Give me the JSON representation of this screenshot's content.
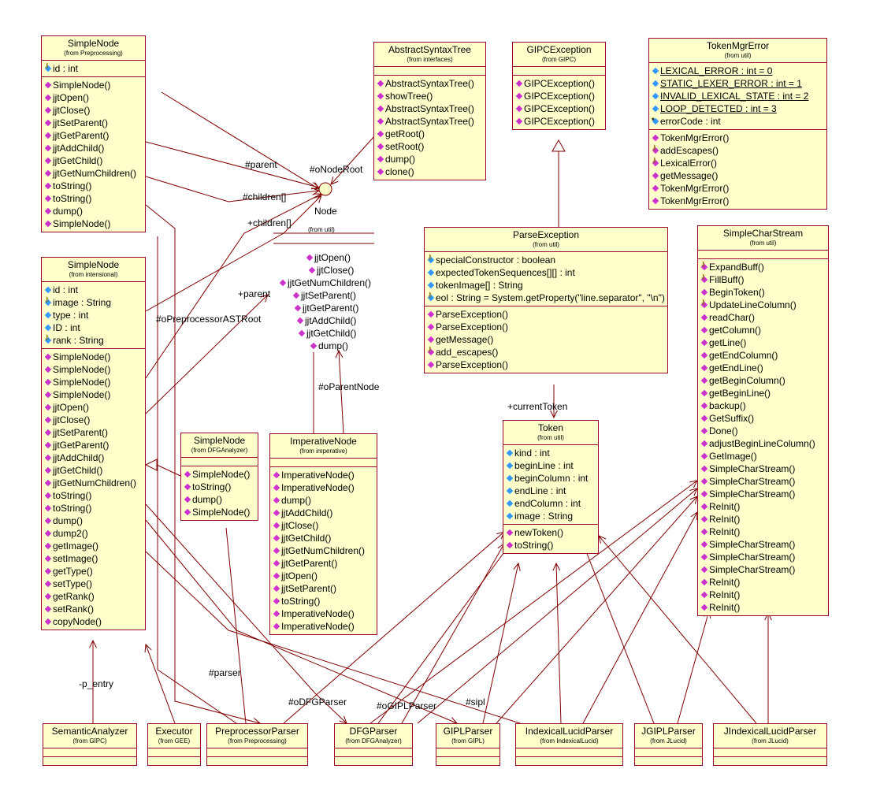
{
  "colors": {
    "class_fill": "#ffffcc",
    "class_border": "#990033",
    "method_icon": "#cc33cc",
    "field_icon": "#3399ff",
    "line": "#800000"
  },
  "classes": {
    "sn_pre": {
      "name": "SimpleNode",
      "from": "(from Preprocessing)",
      "attrs": [
        {
          "text": "id : int",
          "icon": "key-field"
        }
      ],
      "ops": [
        "SimpleNode()",
        "jjtOpen()",
        "jjtClose()",
        "jjtSetParent()",
        "jjtGetParent()",
        "jjtAddChild()",
        "jjtGetChild()",
        "jjtGetNumChildren()",
        "toString()",
        "toString()",
        "dump()",
        "SimpleNode()"
      ]
    },
    "ast": {
      "name": "AbstractSyntaxTree",
      "from": "(from interfaces)",
      "attrs": [],
      "ops": [
        "AbstractSyntaxTree()",
        "showTree()",
        "AbstractSyntaxTree()",
        "AbstractSyntaxTree()",
        "getRoot()",
        "setRoot()",
        "dump()",
        "clone()"
      ]
    },
    "gipcex": {
      "name": "GIPCException",
      "from": "(from GIPC)",
      "attrs": [],
      "ops": [
        "GIPCException()",
        "GIPCException()",
        "GIPCException()",
        "GIPCException()"
      ]
    },
    "tme": {
      "name": "TokenMgrError",
      "from": "(from util)",
      "attrs": [
        {
          "text": "LEXICAL_ERROR : int = 0",
          "icon": "field",
          "u": true
        },
        {
          "text": "STATIC_LEXER_ERROR : int = 1",
          "icon": "field",
          "u": true
        },
        {
          "text": "INVALID_LEXICAL_STATE : int = 2",
          "icon": "field",
          "u": true
        },
        {
          "text": "LOOP_DETECTED : int = 3",
          "icon": "field",
          "u": true
        },
        {
          "text": "errorCode : int",
          "icon": "lock-field"
        }
      ],
      "ops": [
        {
          "text": "TokenMgrError()",
          "icon": "method"
        },
        {
          "text": "addEscapes()",
          "icon": "key-method"
        },
        {
          "text": "LexicalError()",
          "icon": "key-method"
        },
        {
          "text": "getMessage()",
          "icon": "method"
        },
        {
          "text": "TokenMgrError()",
          "icon": "method"
        },
        {
          "text": "TokenMgrError()",
          "icon": "method"
        }
      ]
    },
    "sn_int": {
      "name": "SimpleNode",
      "from": "(from intensional)",
      "attrs": [
        {
          "text": "id : int",
          "icon": "field"
        },
        {
          "text": "image : String",
          "icon": "key-field"
        },
        {
          "text": "type : int",
          "icon": "field"
        },
        {
          "text": "ID : int",
          "icon": "field"
        },
        {
          "text": "rank : String",
          "icon": "key-field"
        }
      ],
      "ops": [
        "SimpleNode()",
        "SimpleNode()",
        "SimpleNode()",
        "SimpleNode()",
        "jjtOpen()",
        "jjtClose()",
        "jjtSetParent()",
        "jjtGetParent()",
        "jjtAddChild()",
        "jjtGetChild()",
        "jjtGetNumChildren()",
        "toString()",
        "toString()",
        "dump()",
        "dump2()",
        "getImage()",
        "setImage()",
        "getType()",
        "setType()",
        "getRank()",
        "setRank()",
        "copyNode()"
      ]
    },
    "parseex": {
      "name": "ParseException",
      "from": "(from util)",
      "attrs": [
        {
          "text": "specialConstructor : boolean",
          "icon": "key-field"
        },
        {
          "text": "expectedTokenSequences[][] : int",
          "icon": "field"
        },
        {
          "text": "tokenImage[] : String",
          "icon": "field"
        },
        {
          "text": "eol : String = System.getProperty(\"line.separator\", \"\\n\")",
          "icon": "key-field"
        }
      ],
      "ops": [
        {
          "text": "ParseException()",
          "icon": "method"
        },
        {
          "text": "ParseException()",
          "icon": "method"
        },
        {
          "text": "getMessage()",
          "icon": "method"
        },
        {
          "text": "add_escapes()",
          "icon": "key-method"
        },
        {
          "text": "ParseException()",
          "icon": "method"
        }
      ]
    },
    "scs": {
      "name": "SimpleCharStream",
      "from": "(from util)",
      "attrs": [],
      "ops": [
        {
          "text": "ExpandBuff()",
          "icon": "key-method"
        },
        {
          "text": "FillBuff()",
          "icon": "key-method"
        },
        {
          "text": "BeginToken()",
          "icon": "method"
        },
        {
          "text": "UpdateLineColumn()",
          "icon": "key-method"
        },
        {
          "text": "readChar()",
          "icon": "method"
        },
        {
          "text": "getColumn()",
          "icon": "method"
        },
        {
          "text": "getLine()",
          "icon": "method"
        },
        {
          "text": "getEndColumn()",
          "icon": "method"
        },
        {
          "text": "getEndLine()",
          "icon": "method"
        },
        {
          "text": "getBeginColumn()",
          "icon": "method"
        },
        {
          "text": "getBeginLine()",
          "icon": "method"
        },
        {
          "text": "backup()",
          "icon": "method"
        },
        {
          "text": "GetSuffix()",
          "icon": "method"
        },
        {
          "text": "Done()",
          "icon": "method"
        },
        {
          "text": "adjustBeginLineColumn()",
          "icon": "method"
        },
        {
          "text": "GetImage()",
          "icon": "method"
        },
        {
          "text": "SimpleCharStream()",
          "icon": "method"
        },
        {
          "text": "SimpleCharStream()",
          "icon": "method"
        },
        {
          "text": "SimpleCharStream()",
          "icon": "method"
        },
        {
          "text": "ReInit()",
          "icon": "method"
        },
        {
          "text": "ReInit()",
          "icon": "method"
        },
        {
          "text": "ReInit()",
          "icon": "method"
        },
        {
          "text": "SimpleCharStream()",
          "icon": "method"
        },
        {
          "text": "SimpleCharStream()",
          "icon": "method"
        },
        {
          "text": "SimpleCharStream()",
          "icon": "method"
        },
        {
          "text": "ReInit()",
          "icon": "method"
        },
        {
          "text": "ReInit()",
          "icon": "method"
        },
        {
          "text": "ReInit()",
          "icon": "method"
        }
      ]
    },
    "sn_dfg": {
      "name": "SimpleNode",
      "from": "(from DFGAnalyzer)",
      "attrs": [],
      "ops": [
        "SimpleNode()",
        "toString()",
        "dump()",
        "SimpleNode()"
      ]
    },
    "impnode": {
      "name": "ImperativeNode",
      "from": "(from imperative)",
      "attrs": [],
      "ops": [
        "ImperativeNode()",
        "ImperativeNode()",
        "dump()",
        "jjtAddChild()",
        "jjtClose()",
        "jjtGetChild()",
        "jjtGetNumChildren()",
        "jjtGetParent()",
        "jjtOpen()",
        "jjtSetParent()",
        "toString()",
        "ImperativeNode()",
        "ImperativeNode()"
      ]
    },
    "token": {
      "name": "Token",
      "from": "(from util)",
      "attrs": [
        {
          "text": "kind : int",
          "icon": "field"
        },
        {
          "text": "beginLine : int",
          "icon": "field"
        },
        {
          "text": "beginColumn : int",
          "icon": "field"
        },
        {
          "text": "endLine : int",
          "icon": "field"
        },
        {
          "text": "endColumn : int",
          "icon": "field"
        },
        {
          "text": "image : String",
          "icon": "field"
        }
      ],
      "ops": [
        "newToken()",
        "toString()"
      ]
    },
    "semantic": {
      "name": "SemanticAnalyzer",
      "from": "(from GIPC)",
      "attrs": [],
      "ops": []
    },
    "executor": {
      "name": "Executor",
      "from": "(from GEE)",
      "attrs": [],
      "ops": []
    },
    "preparser": {
      "name": "PreprocessorParser",
      "from": "(from Preprocessing)",
      "attrs": [],
      "ops": []
    },
    "dfgparser": {
      "name": "DFGParser",
      "from": "(from DFGAnalyzer)",
      "attrs": [],
      "ops": []
    },
    "giplparser": {
      "name": "GIPLParser",
      "from": "(from GIPL)",
      "attrs": [],
      "ops": []
    },
    "ilparser": {
      "name": "IndexicalLucidParser",
      "from": "(from IndexicalLucid)",
      "attrs": [],
      "ops": []
    },
    "jgiplparser": {
      "name": "JGIPLParser",
      "from": "(from JLucid)",
      "attrs": [],
      "ops": []
    },
    "jilparser": {
      "name": "JIndexicalLucidParser",
      "from": "(from JLucid)",
      "attrs": [],
      "ops": []
    }
  },
  "node_fragment": {
    "from": "(from util)",
    "ops": [
      "jjtOpen()",
      "jjtClose()",
      "jjtGetNumChildren()",
      "jjtSetParent()",
      "jjtGetParent()",
      "jjtAddChild()",
      "jjtGetChild()",
      "dump()"
    ]
  },
  "labels": {
    "node": "Node",
    "parent": "#parent",
    "children": "#children[]",
    "o_node_root": "#oNodeRoot",
    "plus_children": "+children[]",
    "plus_parent": "+parent",
    "o_preprocessor_ast_root": "#oPreprocessorASTRoot",
    "o_parent_node": "#oParentNode",
    "current_token": "+currentToken",
    "p_entry": "-p_entry",
    "parser": "#parser",
    "o_dfg_parser": "#oDFGParser",
    "o_gipl_parser": "#oGIPLParser",
    "sipl": "#sipl"
  }
}
